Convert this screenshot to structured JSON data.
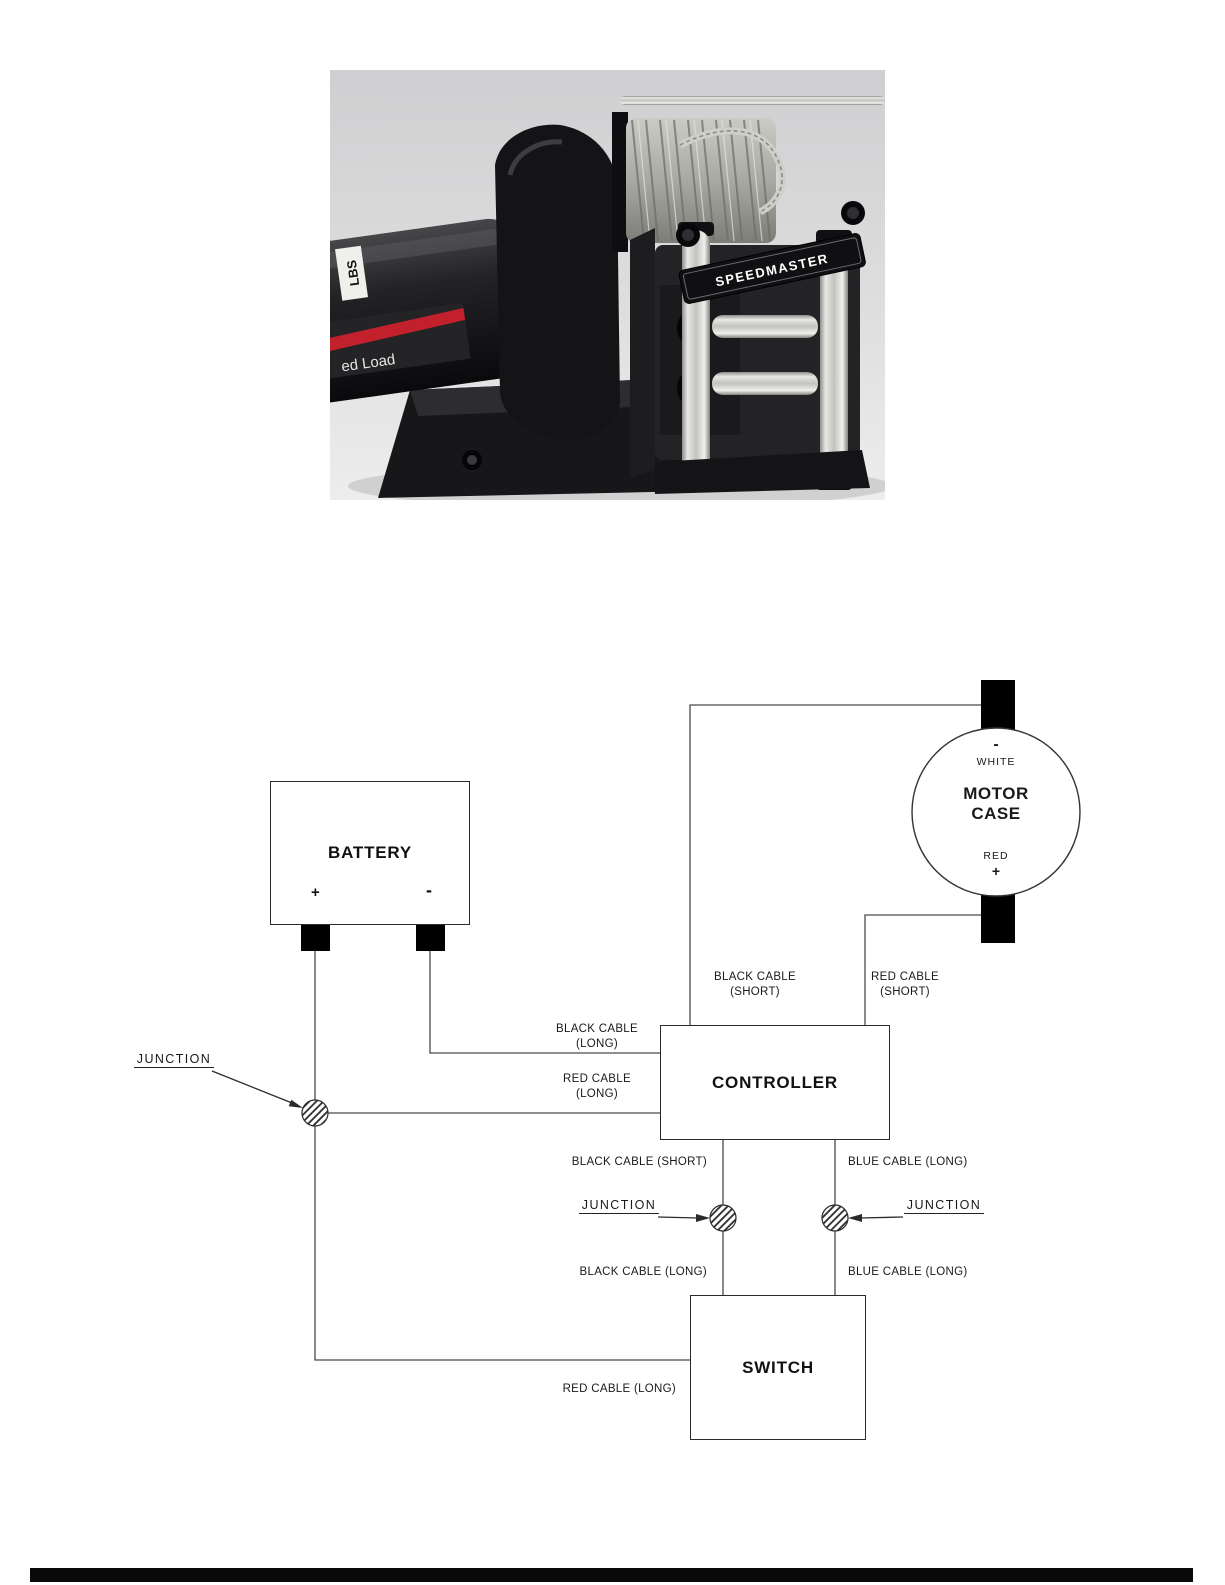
{
  "photo": {
    "motor_sticker_lbs": "LBS",
    "motor_sticker_load": "ed Load",
    "fairlead_brand": "SPEEDMASTER"
  },
  "diagram": {
    "battery": {
      "title": "BATTERY",
      "plus": "+",
      "minus": "-"
    },
    "motor_case": {
      "neg_sign": "-",
      "neg_label": "WHITE",
      "title_line1": "MOTOR",
      "title_line2": "CASE",
      "pos_label": "RED",
      "pos_sign": "+"
    },
    "controller": {
      "title": "CONTROLLER"
    },
    "switch": {
      "title": "SWITCH"
    },
    "junctions": {
      "left": "JUNCTION",
      "middle": "JUNCTION",
      "right": "JUNCTION"
    },
    "cables": {
      "black_short_motor": {
        "line1": "BLACK CABLE",
        "line2": "(SHORT)"
      },
      "red_short_motor": {
        "line1": "RED CABLE",
        "line2": "(SHORT)"
      },
      "black_long_battery": {
        "line1": "BLACK CABLE",
        "line2": "(LONG)"
      },
      "red_long_battery": {
        "line1": "RED CABLE",
        "line2": "(LONG)"
      },
      "black_short_controller": "BLACK CABLE (SHORT)",
      "blue_long_controller": "BLUE CABLE (LONG)",
      "black_long_switch": "BLACK CABLE (LONG)",
      "blue_long_switch": "BLUE CABLE (LONG)",
      "red_long_switch": "RED CABLE (LONG)"
    },
    "colors": {
      "wire": "#4a4a4a",
      "terminal": "#000000",
      "box_border": "#2a2a2a"
    }
  }
}
